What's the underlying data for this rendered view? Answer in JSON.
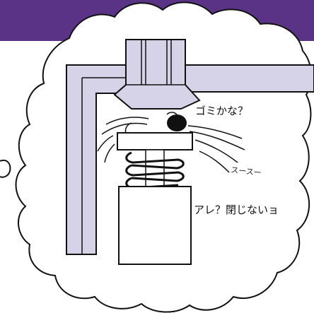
{
  "colors": {
    "banner": "#5a3387",
    "part_fill": "#d6d3e8",
    "line": "#111111",
    "background": "#ffffff",
    "debris": "#111111"
  },
  "labels": {
    "debris": "ゴミかな？",
    "leak_sound": "スースー",
    "not_closing": "アレ？閉じないョ"
  }
}
